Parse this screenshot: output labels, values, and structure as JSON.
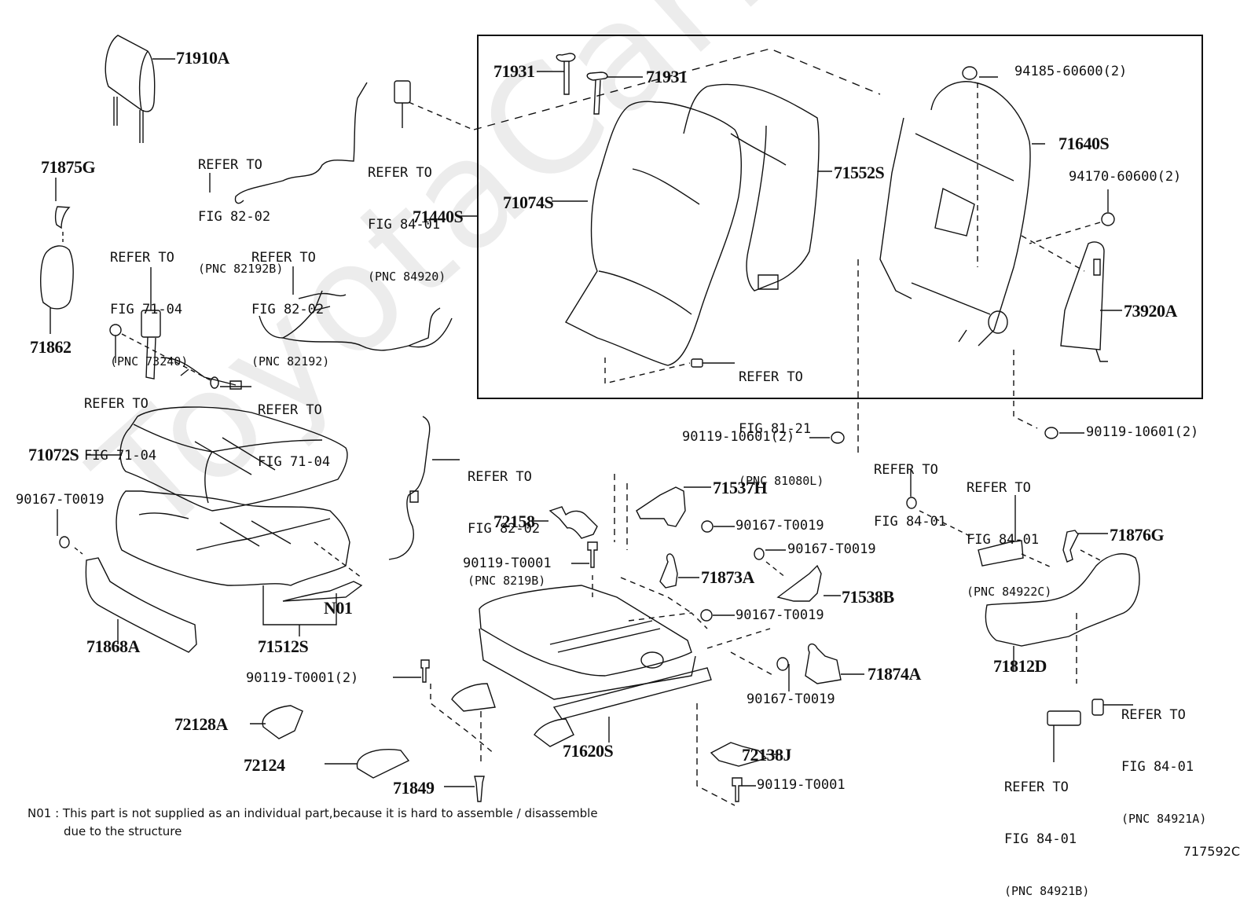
{
  "figure": {
    "id": "717592C",
    "watermark": "ToyotaCarMine.ru",
    "group_label": "71440S"
  },
  "parts": {
    "headrest": "71910A",
    "bezel_upper": "71875G",
    "cover_side": "71862",
    "clip_a": "71931",
    "clip_b": "71931",
    "back_cover": "71074S",
    "back_pad": "71552S",
    "back_frame": "71640S",
    "nut_94185": "94185-60600(2)",
    "nut_94170": "94170-60600(2)",
    "airbag_73920A": "73920A",
    "cushion_cover": "71072S",
    "screw_left": "90167-T0019",
    "shield_inner": "71868A",
    "cushion_pad": "71512S",
    "n01": "N01",
    "bolt_10601_left": "90119-10601(2)",
    "bolt_10601_right": "90119-10601(2)",
    "hook_71537H": "71537H",
    "screw_71537H": "90167-T0019",
    "cover_72158": "72158",
    "bolt_T0001_upper": "90119-T0001",
    "hook_71873A": "71873A",
    "screw_71538B": "90167-T0019",
    "hook_71538B": "71538B",
    "screw_71873A": "90167-T0019",
    "hook_71874A": "71874A",
    "screw_71874A": "90167-T0019",
    "bolt_T0001_2": "90119-T0001(2)",
    "cover_72128A": "72128A",
    "cover_72124": "72124",
    "clip_71849": "71849",
    "adjuster": "71620S",
    "cover_72138J": "72138J",
    "bolt_T0001_lower": "90119-T0001",
    "bezel_71876G": "71876G",
    "shield_outer": "71812D"
  },
  "refs": {
    "r82_02_b": {
      "line1": "REFER TO",
      "line2": "FIG 82-02",
      "pnc": "(PNC 82192B)"
    },
    "r84_01_84920": {
      "line1": "REFER TO",
      "line2": "FIG 84-01",
      "pnc": "(PNC 84920)"
    },
    "r71_04_73240": {
      "line1": "REFER TO",
      "line2": "FIG 71-04",
      "pnc": "(PNC 73240)"
    },
    "r82_02_82192": {
      "line1": "REFER TO",
      "line2": "FIG 82-02",
      "pnc": "(PNC 82192)"
    },
    "r71_04_a": {
      "line1": "REFER TO",
      "line2": "FIG 71-04"
    },
    "r71_04_b": {
      "line1": "REFER TO",
      "line2": "FIG 71-04"
    },
    "r81_21": {
      "line1": "REFER TO",
      "line2": "FIG 81-21",
      "pnc": "(PNC 81080L)"
    },
    "r82_02_8219B": {
      "line1": "REFER TO",
      "line2": "FIG 82-02",
      "pnc": "(PNC 8219B)"
    },
    "r84_01_plain": {
      "line1": "REFER TO",
      "line2": "FIG 84-01"
    },
    "r84_01_84922C": {
      "line1": "REFER TO",
      "line2": "FIG 84-01",
      "pnc": "(PNC 84922C)"
    },
    "r84_01_84921A": {
      "line1": "REFER TO",
      "line2": "FIG 84-01",
      "pnc": "(PNC 84921A)"
    },
    "r84_01_84921B": {
      "line1": "REFER TO",
      "line2": "FIG 84-01",
      "pnc": "(PNC 84921B)"
    }
  },
  "footnote": {
    "code": "N01 :",
    "line1": "This part is not supplied as an individual part,because it is hard to assemble / disassemble",
    "line2": "due to the structure"
  }
}
